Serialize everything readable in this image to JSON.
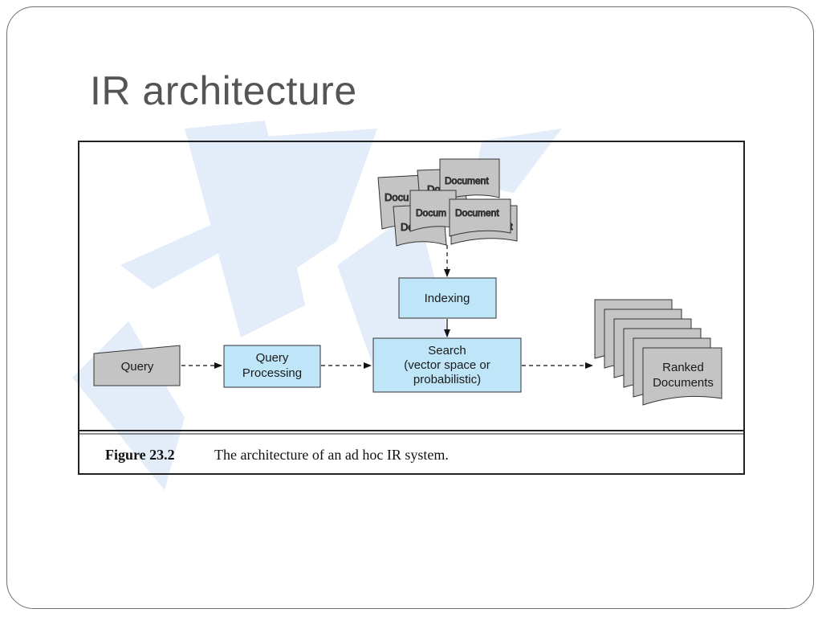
{
  "slide": {
    "title": "IR architecture"
  },
  "figure": {
    "nodes": {
      "documents": [
        "Document",
        "Docu",
        "Do",
        "Docum",
        "Document",
        "Do",
        "ment"
      ],
      "indexing": "Indexing",
      "search": [
        "Search",
        "(vector space or",
        "probabilistic)"
      ],
      "query": "Query",
      "query_processing": [
        "Query",
        "Processing"
      ],
      "ranked_documents": [
        "Ranked",
        "Documents"
      ]
    },
    "caption": {
      "label": "Figure 23.2",
      "text": "The architecture of an ad hoc IR system."
    }
  },
  "colors": {
    "process_box": "#bfe6f8",
    "document": "#c4c4c4",
    "watermark": "#dde8f7",
    "title": "#555555"
  }
}
